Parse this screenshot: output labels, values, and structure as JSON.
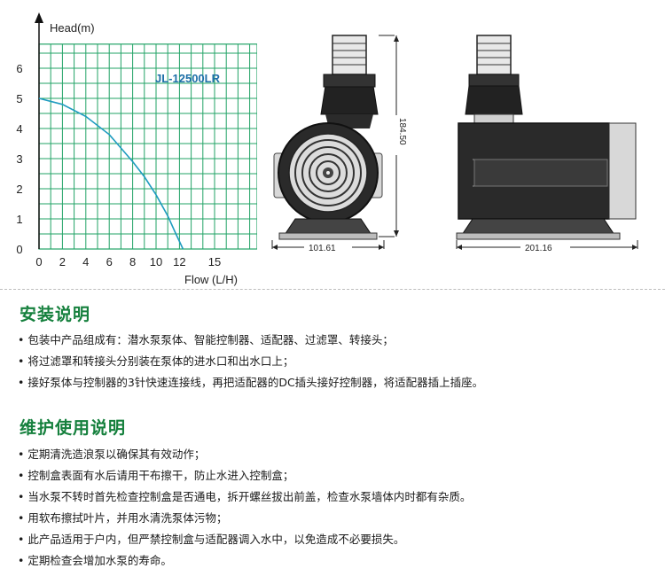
{
  "chart_data": {
    "type": "line",
    "title": "JL-12500LR",
    "xlabel": "Flow (L/H)",
    "ylabel": "Head(m)",
    "x_ticks": [
      "0",
      "2",
      "4",
      "6",
      "8",
      "10",
      "12",
      "15"
    ],
    "y_ticks": [
      "0",
      "1",
      "2",
      "3",
      "4",
      "5",
      "6"
    ],
    "ylim": [
      0,
      6.8
    ],
    "grid": true,
    "series": [
      {
        "x": [
          0,
          2,
          4,
          6,
          8,
          9,
          10,
          11,
          11.7,
          12.3
        ],
        "y": [
          5.0,
          4.8,
          4.4,
          3.8,
          2.9,
          2.4,
          1.8,
          1.1,
          0.5,
          0
        ]
      }
    ],
    "colors": {
      "grid": "#22a366",
      "curve": "#1e9bbf",
      "title": "#1e6fa8"
    }
  },
  "dimensions": {
    "front_width": "101.61",
    "height": "184.50",
    "side_width": "201.16"
  },
  "install": {
    "title": "安装说明",
    "items": [
      "包装中产品组成有：潜水泵泵体、智能控制器、适配器、过滤罩、转接头；",
      "将过滤罩和转接头分别装在泵体的进水口和出水口上；",
      "接好泵体与控制器的3针快速连接线，再把适配器的DC插头接好控制器，将适配器插上插座。"
    ]
  },
  "maintain": {
    "title": "维护使用说明",
    "items": [
      "定期清洗造浪泵以确保其有效动作；",
      "控制盒表面有水后请用干布擦干，防止水进入控制盒；",
      "当水泵不转时首先检查控制盒是否通电，拆开螺丝拔出前盖，检查水泵墙体内时都有杂质。",
      "用软布擦拭叶片，并用水清洗泵体污物；",
      "此产品适用于户内，但严禁控制盒与适配器调入水中，以免造成不必要损失。",
      "定期检查会增加水泵的寿命。"
    ]
  }
}
